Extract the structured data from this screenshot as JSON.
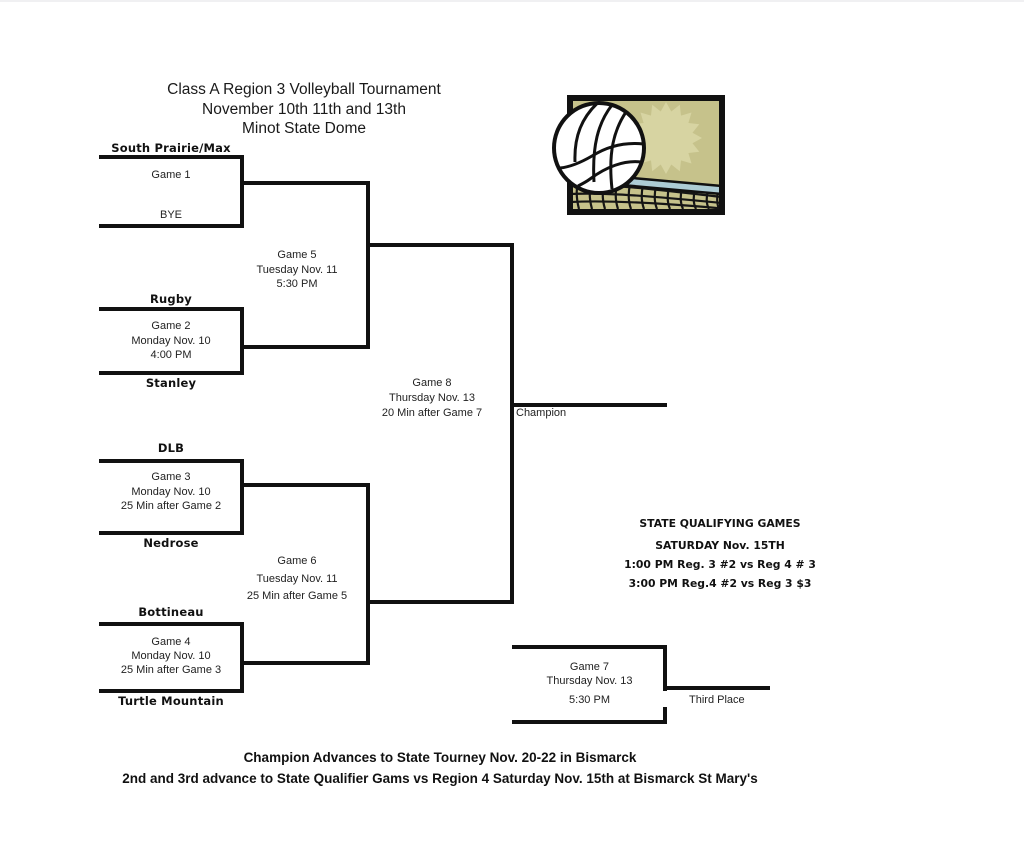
{
  "title": {
    "line1": "Class A Region 3 Volleyball Tournament",
    "line2": "November 10th 11th and 13th",
    "line3": "Minot State Dome"
  },
  "bracket": {
    "teams": {
      "team1": "South Prairie/Max",
      "team2": "BYE",
      "team3": "Rugby",
      "team4": "Stanley",
      "team5": "DLB",
      "team6": "Nedrose",
      "team7": "Bottineau",
      "team8": "Turtle Mountain"
    },
    "games": {
      "game1": {
        "lines": [
          "Game 1"
        ]
      },
      "game2": {
        "lines": [
          "Game 2",
          "Monday Nov. 10",
          "4:00 PM"
        ]
      },
      "game3": {
        "lines": [
          "Game 3",
          "Monday Nov. 10",
          "25 Min after Game 2"
        ]
      },
      "game4": {
        "lines": [
          "Game 4",
          "Monday Nov. 10",
          "25 Min after Game 3"
        ]
      },
      "game5": {
        "lines": [
          "Game 5",
          "Tuesday Nov. 11",
          "5:30 PM"
        ]
      },
      "game6": {
        "lines": [
          "Game 6",
          "Tuesday Nov. 11",
          "25 Min after Game 5"
        ]
      },
      "game7": {
        "lines": [
          "Game 7",
          "Thursday Nov. 13",
          "5:30 PM"
        ]
      },
      "game8": {
        "lines": [
          "Game 8",
          "Thursday Nov. 13",
          "20 Min after Game 7"
        ]
      }
    },
    "champion_label": "Champion",
    "third_place_label": "Third Place"
  },
  "qualifying": {
    "lines": [
      "STATE QUALIFYING GAMES",
      "SATURDAY Nov. 15TH",
      "1:00 PM Reg. 3 #2 vs Reg 4 # 3",
      "3:00 PM Reg.4 #2 vs Reg 3 $3"
    ]
  },
  "footer": {
    "line1": "Champion Advances to State Tourney Nov. 20-22 in Bismarck",
    "line2": "2nd and 3rd advance to State Qualifier Gams vs Region 4 Saturday Nov. 15th  at Bismarck St Mary's"
  },
  "illustration": {
    "icon": "volleyball-net-icon",
    "colors": {
      "field": "#c6c28b",
      "sunburst": "#d7d4a2",
      "net_tape": "#adccd5",
      "frame": "#111111",
      "ball": "#ffffff"
    }
  }
}
